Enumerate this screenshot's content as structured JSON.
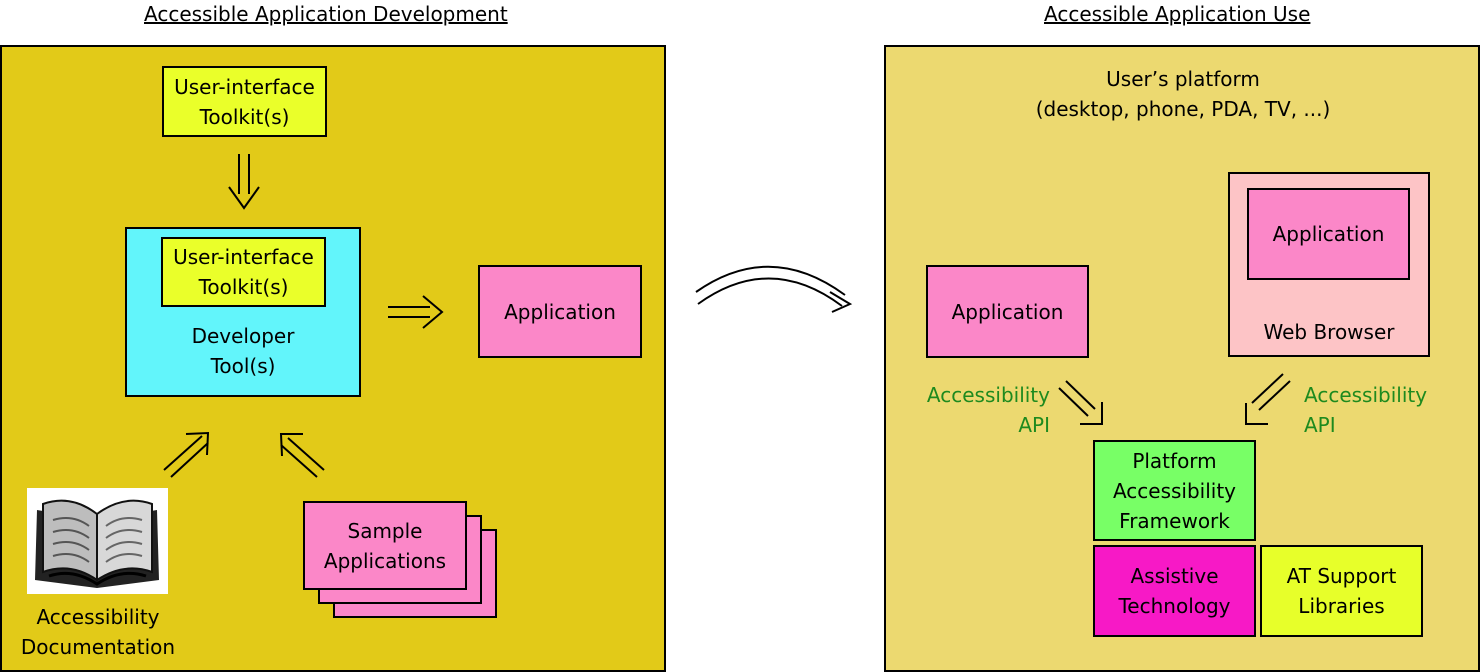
{
  "headings": {
    "development": "Accessible Application Development",
    "use": "Accessible Application Use"
  },
  "development": {
    "toolkit_top": [
      "User-interface",
      "Toolkit(s)"
    ],
    "toolkit_inner": [
      "User-interface",
      "Toolkit(s)"
    ],
    "developer_tools": [
      "Developer",
      "Tool(s)"
    ],
    "application": "Application",
    "sample_applications": [
      "Sample",
      "Applications"
    ],
    "accessibility_documentation": [
      "Accessibility",
      "Documentation"
    ]
  },
  "use": {
    "platform": [
      "User’s platform",
      "(desktop, phone, PDA, TV, ...)"
    ],
    "web_browser": "Web Browser",
    "browser_application": "Application",
    "application": "Application",
    "api_left": [
      "Accessibility",
      "API"
    ],
    "api_right": [
      "Accessibility",
      "API"
    ],
    "platform_framework": [
      "Platform",
      "Accessibility",
      "Framework"
    ],
    "assistive_technology": [
      "Assistive",
      "Technology"
    ],
    "at_support_libraries": [
      "AT Support",
      "Libraries"
    ]
  },
  "colors": {
    "dev_panel": "#e2ca18",
    "use_panel": "#ecd970",
    "toolkit": "#eaff2a",
    "developer_tools": "#62f5fb",
    "application": "#fb87c8",
    "web_browser": "#fdc4c6",
    "framework": "#78ff66",
    "assistive": "#f719c6",
    "at_support": "#e7ff2a",
    "api_text": "#1e8a1e"
  }
}
